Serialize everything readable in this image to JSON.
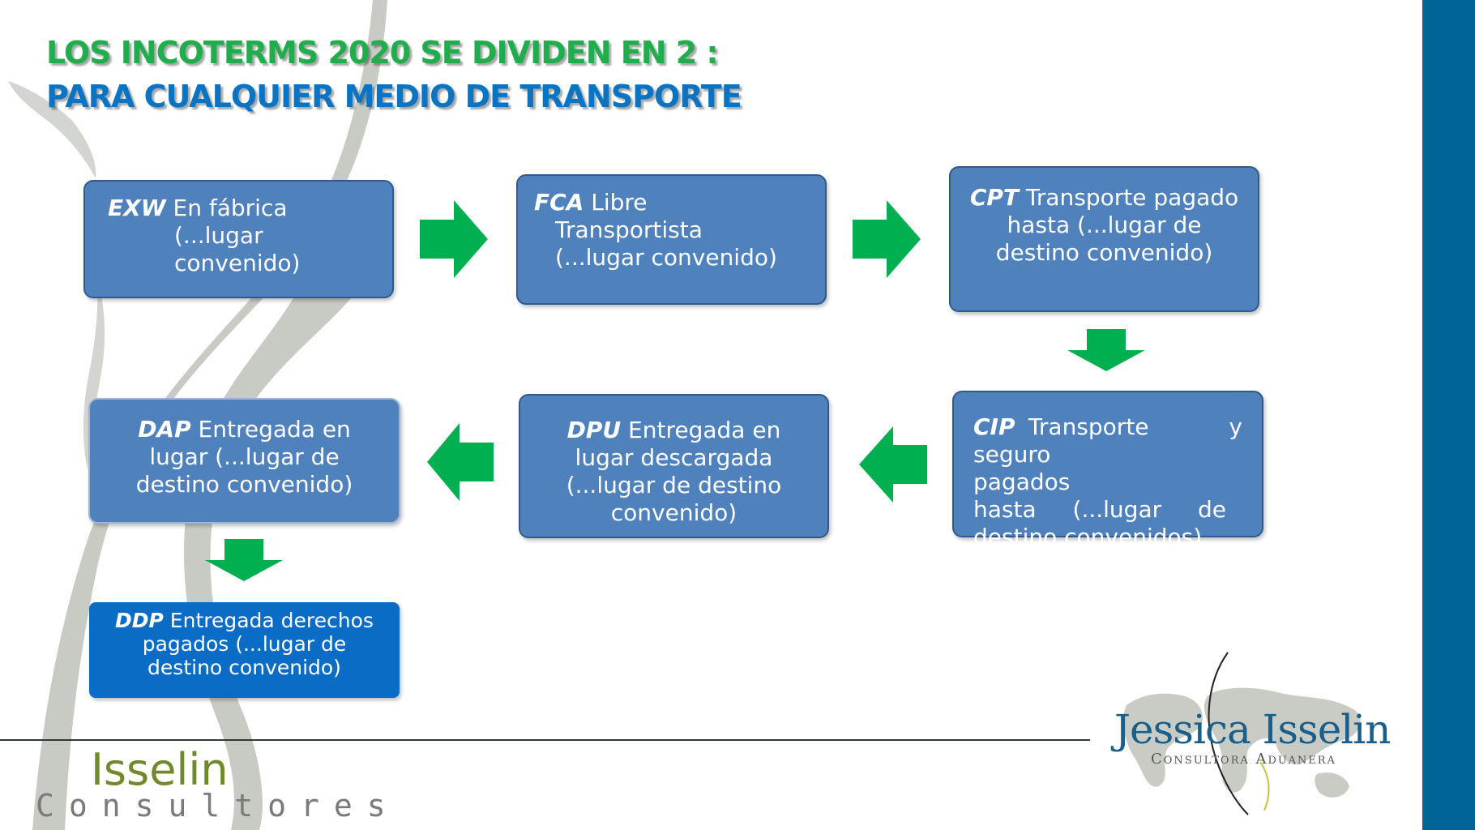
{
  "title": {
    "line1": "LOS INCOTERMS 2020 SE DIVIDEN EN 2 :",
    "line2": "PARA CUALQUIER MEDIO DE TRANSPORTE"
  },
  "nodes": [
    {
      "code": "EXW",
      "line1": " En fábrica",
      "line2": "(...lugar",
      "line3": "convenido)"
    },
    {
      "code": "FCA",
      "line1": " Libre",
      "line2": "Transportista",
      "line3": "(...lugar convenido)"
    },
    {
      "code": "CPT",
      "line1": " Transporte pagado",
      "line2": "hasta (...lugar de",
      "line3": "destino  convenido)"
    },
    {
      "code": "CIP",
      "line1": "Transporte y",
      "line2": "seguro pagados",
      "line3": "hasta (...lugar de",
      "line4": "destino convenidos)"
    },
    {
      "code": "DPU",
      "line1": " Entregada en",
      "line2": "lugar  descargada",
      "line3": "(...lugar de  destino",
      "line4": "convenido)"
    },
    {
      "code": "DAP",
      "line1": " Entregada en",
      "line2": "lugar  (...lugar de",
      "line3": "destino  convenido)"
    },
    {
      "code": "DDP",
      "line1": " Entregada derechos",
      "line2": "pagados (...lugar de",
      "line3": "destino  convenido)"
    }
  ],
  "colors": {
    "box_fill": "#4f81bd",
    "box_border": "#2e5a8e",
    "ddp_fill": "#0a6cc4",
    "arrow": "#00b050",
    "title_green": "#1fae4b",
    "title_blue": "#0a74c4",
    "right_bar": "#006496"
  },
  "icons": {
    "arrow_right": "arrow-right-icon",
    "arrow_down": "arrow-down-icon",
    "arrow_left": "arrow-left-icon"
  },
  "footer": {
    "left_logo_name": "Isselin",
    "left_logo_sub": "Consultores",
    "right_logo_name": "Jessica Isselin",
    "right_logo_sub": "Consultora Aduanera"
  }
}
